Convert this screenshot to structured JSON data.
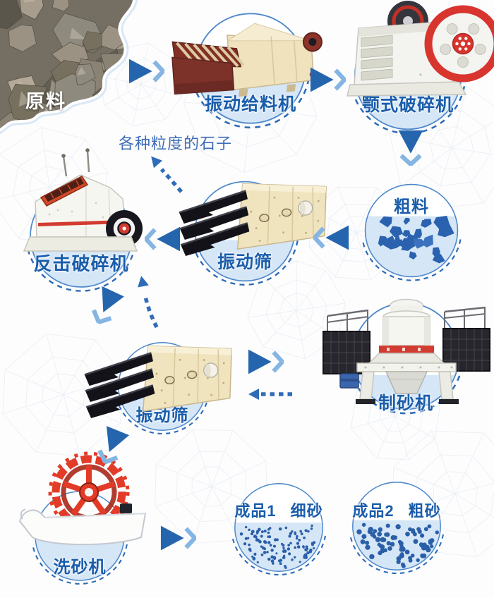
{
  "raw_material_label": "原料",
  "note_label": "各种粒度的石子",
  "nodes": {
    "feeder": "振动给料机",
    "jaw_crusher": "颚式破碎机",
    "coarse_material": "粗料",
    "impact_crusher": "反击破碎机",
    "screen_1": "振动筛",
    "sand_maker": "制砂机",
    "screen_2": "振动筛",
    "sand_washer": "洗砂机"
  },
  "products": {
    "p1": {
      "name": "成品1",
      "type": "细砂"
    },
    "p2": {
      "name": "成品2",
      "type": "粗砂"
    }
  },
  "edges": [
    {
      "from": "原料",
      "to": "振动给料机",
      "style": "solid"
    },
    {
      "from": "振动给料机",
      "to": "颚式破碎机",
      "style": "solid"
    },
    {
      "from": "颚式破碎机",
      "to": "粗料",
      "style": "solid"
    },
    {
      "from": "粗料",
      "to": "振动筛",
      "style": "solid"
    },
    {
      "from": "振动筛",
      "to": "反击破碎机",
      "style": "solid"
    },
    {
      "from": "振动筛",
      "to": "各种粒度的石子",
      "style": "dashed"
    },
    {
      "from": "反击破碎机",
      "to": "振动筛",
      "style": "solid"
    },
    {
      "from": "振动筛",
      "to": "反击破碎机",
      "style": "dashed"
    },
    {
      "from": "振动筛",
      "to": "制砂机",
      "style": "solid"
    },
    {
      "from": "制砂机",
      "to": "振动筛",
      "style": "dashed"
    },
    {
      "from": "振动筛",
      "to": "洗砂机",
      "style": "solid"
    },
    {
      "from": "洗砂机",
      "to": "成品",
      "style": "solid"
    }
  ],
  "colors": {
    "label_blue": "#1a5dab",
    "note_blue": "#3e6db6",
    "circle_fill": "#d5e6f7",
    "circle_border": "#4f89cb",
    "circle_dashed": "#2e6cb8",
    "arrow_solid": "#2565ae",
    "arrow_chevron": "#85b5e3",
    "rock_blue": "#2b62af",
    "dot_blue": "#2a5fa8",
    "machine_red": "#d8352f",
    "machine_maroon": "#7c3129",
    "machine_beige": "#efe2bd"
  }
}
